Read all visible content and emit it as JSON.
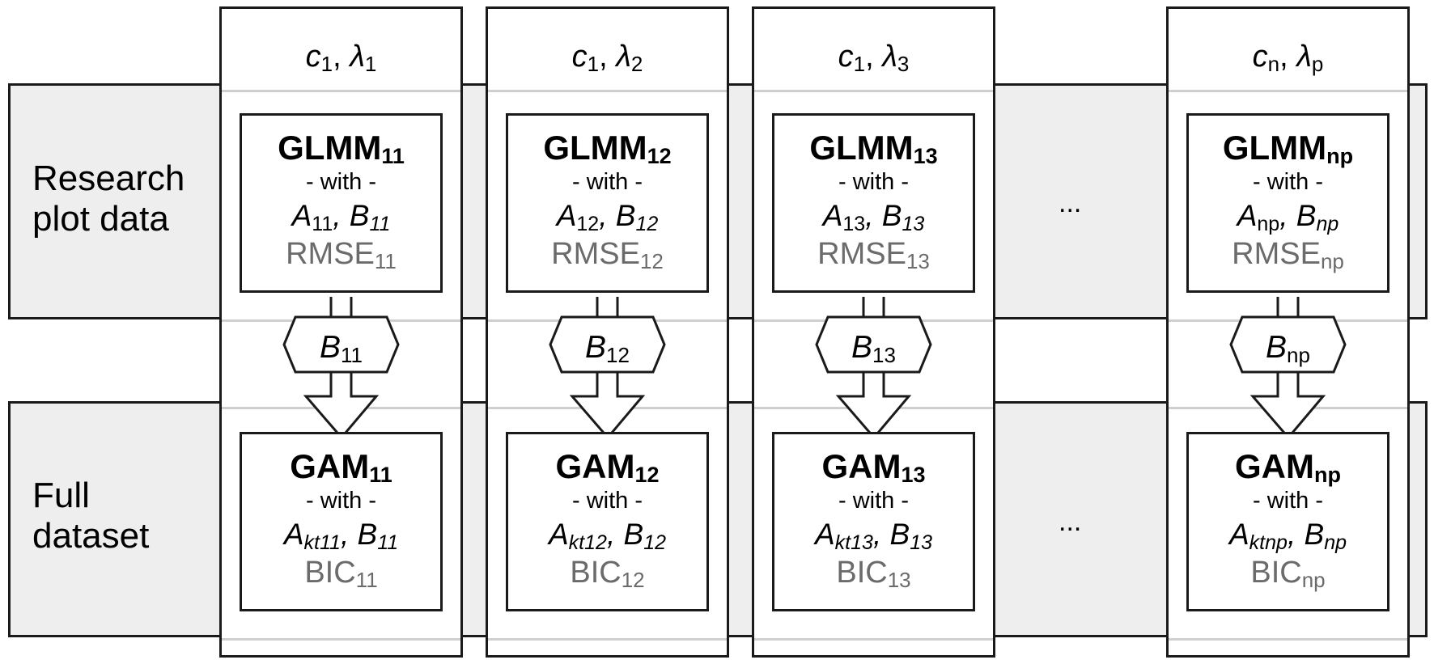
{
  "rows": {
    "top_label_line1": "Research",
    "top_label_line2": "plot data",
    "bottom_label_line1": "Full",
    "bottom_label_line2": "dataset"
  },
  "ellipsis": "...",
  "columns": [
    {
      "header_c": "c",
      "header_c_sub": "1",
      "header_l": "λ",
      "header_l_sub": "1",
      "glmm": "GLMM",
      "glmm_sub": "11",
      "with": "- with -",
      "a": "A",
      "a_sub": "11",
      "b": "B",
      "b_sub": "11",
      "rmse": "RMSE",
      "rmse_sub": "11",
      "hex": "B",
      "hex_sub": "11",
      "gam": "GAM",
      "gam_sub": "11",
      "akt": "A",
      "akt_sub": "kt11",
      "gb": "B",
      "gb_sub": "11",
      "bic": "BIC",
      "bic_sub": "11"
    },
    {
      "header_c": "c",
      "header_c_sub": "1",
      "header_l": "λ",
      "header_l_sub": "2",
      "glmm": "GLMM",
      "glmm_sub": "12",
      "with": "- with -",
      "a": "A",
      "a_sub": "12",
      "b": "B",
      "b_sub": "12",
      "rmse": "RMSE",
      "rmse_sub": "12",
      "hex": "B",
      "hex_sub": "12",
      "gam": "GAM",
      "gam_sub": "12",
      "akt": "A",
      "akt_sub": "kt12",
      "gb": "B",
      "gb_sub": "12",
      "bic": "BIC",
      "bic_sub": "12"
    },
    {
      "header_c": "c",
      "header_c_sub": "1",
      "header_l": "λ",
      "header_l_sub": "3",
      "glmm": "GLMM",
      "glmm_sub": "13",
      "with": "- with -",
      "a": "A",
      "a_sub": "13",
      "b": "B",
      "b_sub": "13",
      "rmse": "RMSE",
      "rmse_sub": "13",
      "hex": "B",
      "hex_sub": "13",
      "gam": "GAM",
      "gam_sub": "13",
      "akt": "A",
      "akt_sub": "kt13",
      "gb": "B",
      "gb_sub": "13",
      "bic": "BIC",
      "bic_sub": "13"
    },
    {
      "header_c": "c",
      "header_c_sub": "n",
      "header_l": "λ",
      "header_l_sub": "p",
      "glmm": "GLMM",
      "glmm_sub": "np",
      "with": "- with -",
      "a": "A",
      "a_sub": "np",
      "b": "B",
      "b_sub": "np",
      "rmse": "RMSE",
      "rmse_sub": "np",
      "hex": "B",
      "hex_sub": "np",
      "gam": "GAM",
      "gam_sub": "np",
      "akt": "A",
      "akt_sub": "ktnp",
      "gb": "B",
      "gb_sub": "np",
      "bic": "BIC",
      "bic_sub": "np"
    }
  ]
}
